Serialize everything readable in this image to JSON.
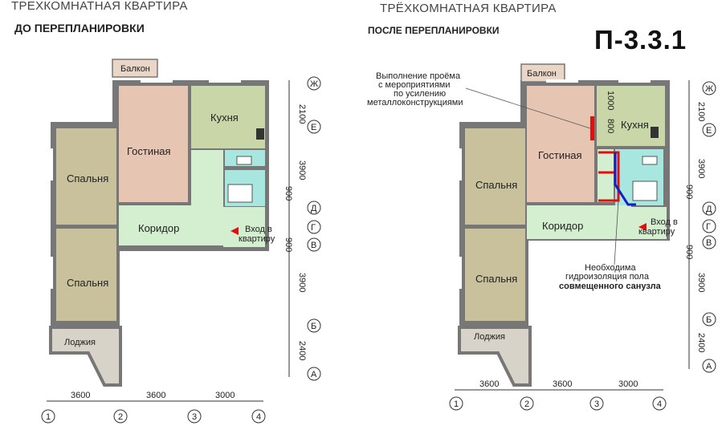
{
  "left": {
    "title": "ТРЕХКОМНАТНАЯ КВАРТИРА",
    "subtitle": "ДО ПЕРЕПЛАНИРОВКИ",
    "rooms": {
      "balcony": "Балкон",
      "kitchen": "Кухня",
      "living": "Гостиная",
      "bedroom1": "Спальня",
      "bedroom2": "Спальня",
      "corridor": "Коридор",
      "loggia": "Лоджия"
    },
    "entrance": [
      "Вход в",
      "квартиру"
    ]
  },
  "right": {
    "title": "ТРЁХКОМНАТНАЯ КВАРТИРА",
    "subtitle": "ПОСЛЕ ПЕРЕПЛАНИРОВКИ",
    "code": "П-3.3.1",
    "rooms": {
      "balcony": "Балкон",
      "kitchen": "Кухня",
      "living": "Гостиная",
      "bedroom1": "Спальня",
      "bedroom2": "Спальня",
      "corridor": "Коридор",
      "loggia": "Лоджия"
    },
    "entrance": [
      "Вход в",
      "квартиру"
    ],
    "note_opening": [
      "Выполнение проёма",
      "с мероприятиями",
      "по усилению",
      "металлоконструкциями"
    ],
    "note_waterproof": [
      "Необходима",
      "гидроизоляция пола"
    ],
    "note_waterproof_bold": "совмещенного санузла",
    "opening_dims": [
      "1000",
      "800"
    ]
  },
  "axes_letters": [
    "Ж",
    "Е",
    "Д",
    "Г",
    "В",
    "Б",
    "А"
  ],
  "axes_numbers": [
    "1",
    "2",
    "3",
    "4"
  ],
  "dims_vertical": [
    "2100",
    "3900",
    "900",
    "900",
    "3900",
    "2400"
  ],
  "dims_horizontal": [
    "3600",
    "3600",
    "3000"
  ],
  "colors": {
    "bedroom": "#c9c09c",
    "living": "#e6c6b2",
    "kitchen": "#c8d6a8",
    "corridor": "#d4eed0",
    "bath": "#a8e6e0",
    "loggia": "#d8d3c8",
    "balcony": "#e9d6c6",
    "red": "#e01010",
    "blue": "#1020c0"
  }
}
